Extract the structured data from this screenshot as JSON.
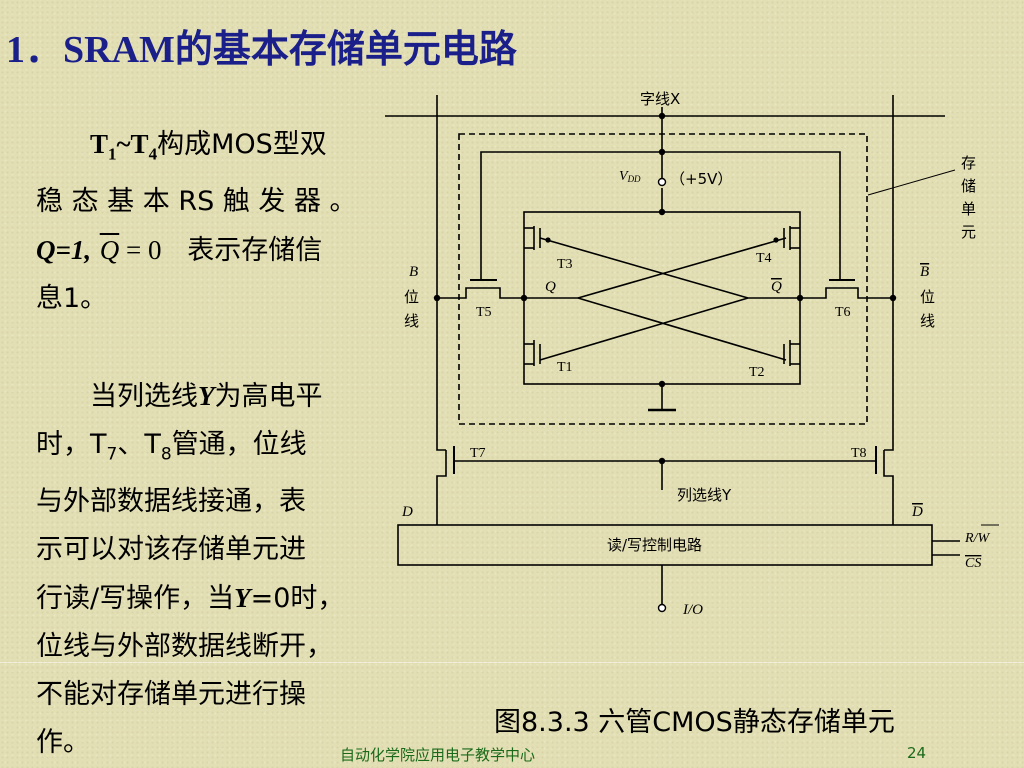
{
  "title": "1．SRAM的基本存储单元电路",
  "paragraph1": {
    "t1": "T",
    "s1": "1",
    "tilde": "~T",
    "s4": "4",
    "l1_rest": "构成MOS型双",
    "l2": "稳 态 基 本 RS 触 发 器 。",
    "q1": "Q=1,",
    "qbar": "Q",
    "eq0": " = 0",
    "l3_rest": "表示存储信",
    "l4": "息1。"
  },
  "paragraph2": {
    "l1a": "当列选线",
    "l1y": "Y",
    "l1b": "为高电平",
    "l2a": "时，T",
    "s7": "7",
    "l2b": "、T",
    "s8": "8",
    "l2c": "管通，位线",
    "l3": "与外部数据线接通，表",
    "l4": "示可以对该存储单元进",
    "l5a": "行读/写操作，当",
    "l5y": "Y",
    "l5b": "=0时，",
    "l6": "位线与外部数据线断开，",
    "l7": "不能对存储单元进行操",
    "l8": "作。"
  },
  "diagram": {
    "word_line": "字线X",
    "vdd": "V",
    "vdd_sub": "DD",
    "vdd_value": "（+5V）",
    "storage_cell": [
      "存",
      "储",
      "单",
      "元"
    ],
    "bit_line_left": [
      "B",
      "位",
      "线"
    ],
    "bit_line_right": [
      "B",
      "位",
      "线"
    ],
    "transistors": {
      "t1": "T1",
      "t2": "T2",
      "t3": "T3",
      "t4": "T4",
      "t5": "T5",
      "t6": "T6",
      "t7": "T7",
      "t8": "T8"
    },
    "q": "Q",
    "qbar": "Q",
    "column_select": "列选线Y",
    "d_left": "D",
    "d_right": "D",
    "rw_block": "读/写控制电路",
    "rw_signal": "R/W",
    "cs_signal": "CS",
    "io": "I/O"
  },
  "caption": "图8.3.3  六管CMOS静态存储单元",
  "footer": {
    "org": "自动化学院应用电子教学中心",
    "page": "24"
  }
}
